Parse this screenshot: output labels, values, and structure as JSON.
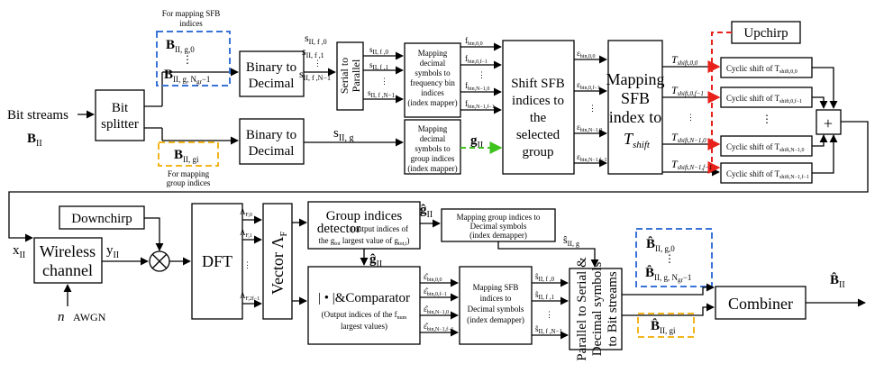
{
  "colors": {
    "red": "#e8211b",
    "green": "#3ec21c",
    "blue": "#3a73d8",
    "yellow": "#f2b51c"
  },
  "tx": {
    "bit_streams": "Bit streams",
    "input_sym": "B",
    "input_sub": "II",
    "bit_splitter": [
      "Bit",
      "splitter"
    ],
    "sfb_note": [
      "For mapping SFB",
      "indices"
    ],
    "sfb_top": {
      "base": "B",
      "sub": "II, g,0"
    },
    "sfb_bot": {
      "base": "B",
      "sub": "II, g, N",
      "subsub": "gr",
      "tail": "−1"
    },
    "grp_note": [
      "For mapping",
      "group indices"
    ],
    "grp_sym": {
      "base": "B",
      "sub": "II, gi"
    },
    "b2d_1": [
      "Binary to",
      "Decimal"
    ],
    "b2d_2": [
      "Binary to",
      "Decimal"
    ],
    "s_labels": [
      "s",
      "s",
      "s"
    ],
    "s_subs": [
      "II, f ,0",
      "II, f ,1",
      "II, f ,N",
      "−1"
    ],
    "sg_label": {
      "base": "s",
      "sub": "II, g"
    },
    "s2p": [
      "Serial to",
      "Parallel"
    ],
    "mapper_sfb": [
      "Mapping",
      "decimal",
      "symbols to",
      "frequency bin",
      "indices",
      "(index mapper)"
    ],
    "mapper_grp": [
      "Mapping",
      "decimal",
      "symbols to",
      "group indices",
      "(index mapper)"
    ],
    "g_vec": {
      "base": "g",
      "sub": "II"
    },
    "f_labels": [
      "f",
      "f",
      "f",
      "f"
    ],
    "shift_sfb": [
      "Shift SFB",
      "indices to",
      "the",
      "selected",
      "group"
    ],
    "eps_labels": [
      "ε",
      "ε",
      "ε",
      "ε"
    ],
    "mapping_sfb": [
      "Mapping",
      "SFB",
      "index to"
    ],
    "tshift": {
      "base": "T",
      "sub": "shift"
    },
    "t_labels": [
      "T",
      "T",
      "T",
      "T"
    ],
    "upchirp": "Upchirp",
    "cyclic": [
      "Cyclic shift of T",
      "Cyclic shift of T",
      "Cyclic shift of T",
      "Cyclic shift of T"
    ],
    "plus": "+",
    "downchirp": "Downchirp",
    "x_label": {
      "base": "x",
      "sub": "II"
    },
    "wireless": [
      "Wireless",
      "channel"
    ],
    "y_label": {
      "base": "y",
      "sub": "II"
    },
    "n_label": "n",
    "awgn": "AWGN",
    "dft": "DFT",
    "lambda_labels": [
      "Λ",
      "Λ",
      "Λ"
    ],
    "vector": "Vector Λ",
    "vector_sub": "F",
    "grp_detector": [
      "Group indices",
      "detector"
    ],
    "grp_detector_note": [
      "(output indices of the g",
      "largest value of g"
    ],
    "g_hat": {
      "base": "ĝ",
      "sub": "II"
    },
    "demap_grp": [
      "Mapping group indices to",
      "Decimal symbols",
      "(index demapper)"
    ],
    "s_hat_g": {
      "base": "ŝ",
      "sub": "II, g"
    },
    "comparator": "| • |&Comparator",
    "comparator_note": [
      "(Output indices of the f",
      "largest values)"
    ],
    "demap_sfb": [
      "Mapping SFB",
      "indices to",
      "Decimal symbols",
      "(index demapper)"
    ],
    "s_hat_labels": [
      "ŝ",
      "ŝ",
      "ŝ"
    ],
    "p2s": [
      "Parallel to Serial &",
      "Decimal symbols",
      "to Bit streams"
    ],
    "out_top": {
      "base": "B̂",
      "sub": "II, g,0"
    },
    "out_bot": {
      "base": "B̂",
      "sub": "II, g, N",
      "tail": "−1"
    },
    "out_grp": {
      "base": "B̂",
      "sub": "II, gi"
    },
    "combiner": "Combiner",
    "output": {
      "base": "B̂",
      "sub": "II"
    }
  }
}
